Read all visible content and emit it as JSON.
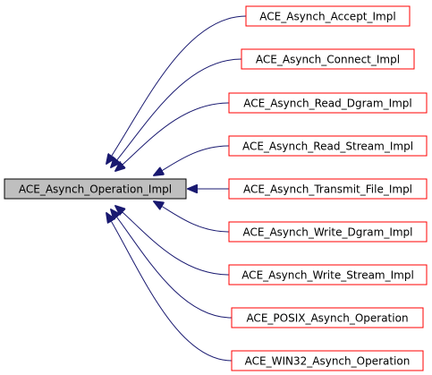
{
  "diagram": {
    "base_class": {
      "label": "ACE_Asynch_Operation_Impl",
      "fill": "#bfbfbf",
      "border": "#000000"
    },
    "derived_classes": [
      {
        "label": "ACE_Asynch_Accept_Impl"
      },
      {
        "label": "ACE_Asynch_Connect_Impl"
      },
      {
        "label": "ACE_Asynch_Read_Dgram_Impl"
      },
      {
        "label": "ACE_Asynch_Read_Stream_Impl"
      },
      {
        "label": "ACE_Asynch_Transmit_File_Impl"
      },
      {
        "label": "ACE_Asynch_Write_Dgram_Impl"
      },
      {
        "label": "ACE_Asynch_Write_Stream_Impl"
      },
      {
        "label": "ACE_POSIX_Asynch_Operation"
      },
      {
        "label": "ACE_WIN32_Asynch_Operation"
      }
    ],
    "colors": {
      "derived_border": "#ff0000",
      "edge": "#191970"
    }
  }
}
